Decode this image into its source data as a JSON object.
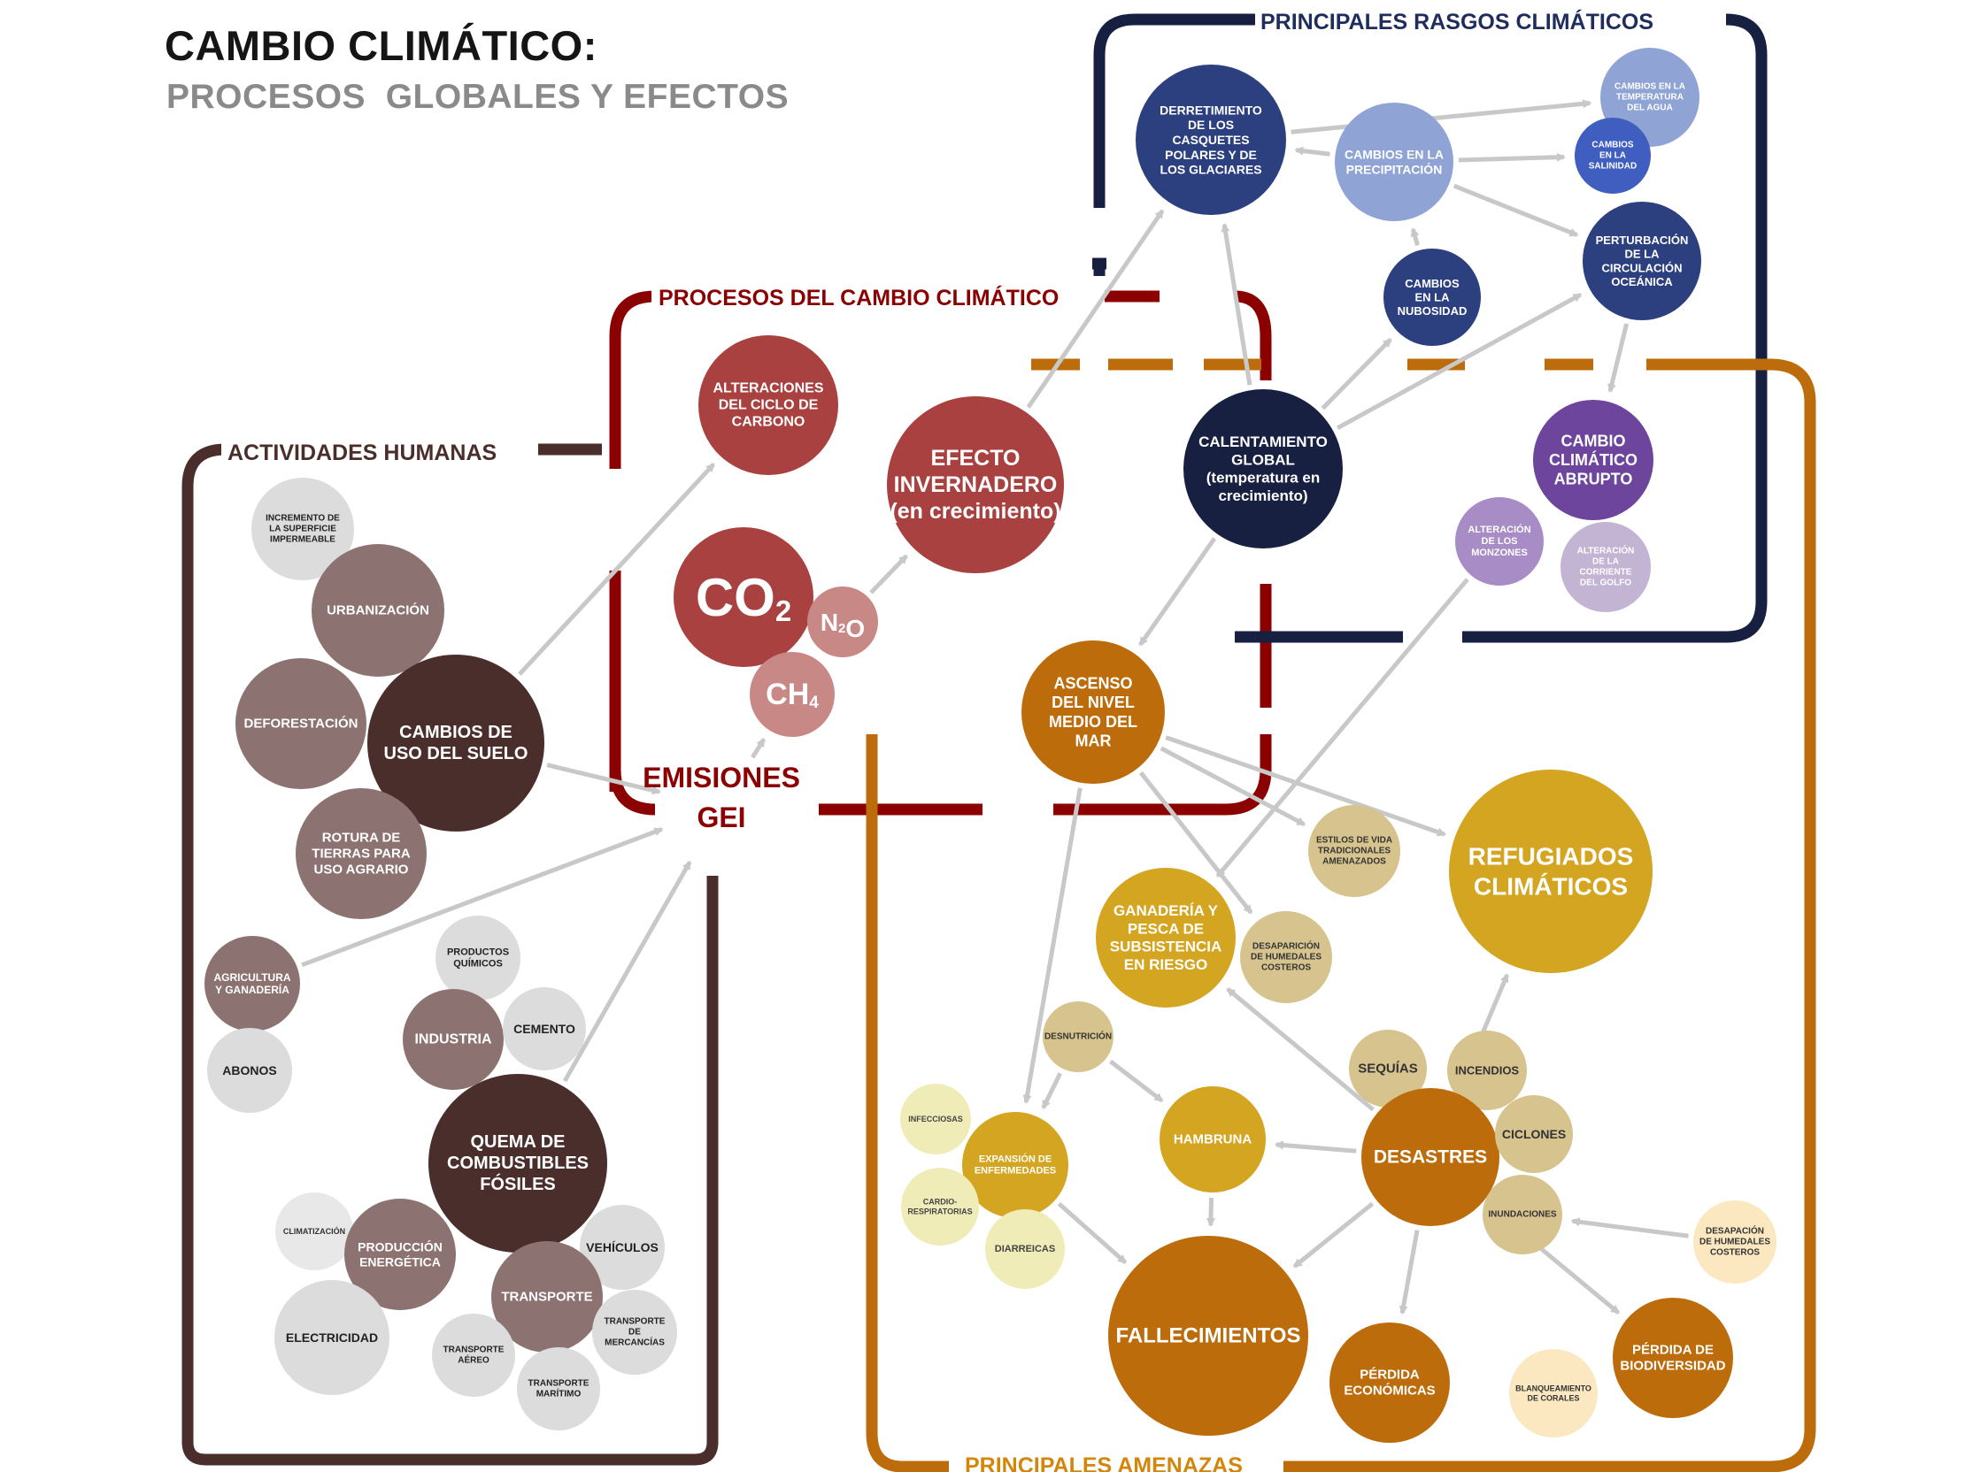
{
  "title": "CAMBIO CLIMÁTICO:",
  "subtitle": "PROCESOS  GLOBALES Y EFECTOS",
  "sections": {
    "actividades": "ACTIVIDADES HUMANAS",
    "procesos": "PROCESOS DEL CAMBIO CLIMÁTICO",
    "rasgos": "PRINCIPALES RASGOS CLIMÁTICOS",
    "amenazas": "PRINCIPALES AMENAZAS"
  },
  "colors": {
    "actividades": "#4a2e2c",
    "procesos": "#8b0000",
    "rasgos": "#172040",
    "amenazas": "#bc6c0b",
    "arrow": "#c8c8c8"
  },
  "nodes": [
    {
      "id": "incremento",
      "lines": [
        "INCREMENTO DE",
        "LA SUPERFICIE",
        "IMPERMEABLE"
      ]
    },
    {
      "id": "urbanizacion",
      "lines": [
        "URBANIZACIÓN"
      ]
    },
    {
      "id": "deforestacion",
      "lines": [
        "DEFORESTACIÓN"
      ]
    },
    {
      "id": "cambios-suelo",
      "lines": [
        "CAMBIOS DE",
        "USO DEL SUELO"
      ]
    },
    {
      "id": "rotura",
      "lines": [
        "ROTURA DE",
        "TIERRAS PARA",
        "USO AGRARIO"
      ]
    },
    {
      "id": "agricultura",
      "lines": [
        "AGRICULTURA",
        "Y GANADERÍA"
      ]
    },
    {
      "id": "abonos",
      "lines": [
        "ABONOS"
      ]
    },
    {
      "id": "productos-quimicos",
      "lines": [
        "PRODUCTOS",
        "QUÍMICOS"
      ]
    },
    {
      "id": "industria",
      "lines": [
        "INDUSTRIA"
      ]
    },
    {
      "id": "cemento",
      "lines": [
        "CEMENTO"
      ]
    },
    {
      "id": "quema",
      "lines": [
        "QUEMA DE",
        "COMBUSTIBLES",
        "FÓSILES"
      ]
    },
    {
      "id": "climatizacion",
      "lines": [
        "CLIMATIZACIÓN"
      ]
    },
    {
      "id": "produccion",
      "lines": [
        "PRODUCCIÓN",
        "ENERGÉTICA"
      ]
    },
    {
      "id": "vehiculos",
      "lines": [
        "VEHÍCULOS"
      ]
    },
    {
      "id": "transporte",
      "lines": [
        "TRANSPORTE"
      ]
    },
    {
      "id": "electricidad",
      "lines": [
        "ELECTRICIDAD"
      ]
    },
    {
      "id": "transporte-aereo",
      "lines": [
        "TRANSPORTE",
        "AÉREO"
      ]
    },
    {
      "id": "transporte-mercancias",
      "lines": [
        "TRANSPORTE",
        "DE",
        "MERCANCÍAS"
      ]
    },
    {
      "id": "transporte-maritimo",
      "lines": [
        "TRANSPORTE",
        "MARÍTIMO"
      ]
    },
    {
      "id": "alteraciones",
      "lines": [
        "ALTERACIONES",
        "DEL CICLO DE",
        "CARBONO"
      ]
    },
    {
      "id": "efecto",
      "lines": [
        "EFECTO",
        "INVERNADERO",
        "(en crecimiento)"
      ]
    },
    {
      "id": "co2",
      "lines": [
        "CO2"
      ]
    },
    {
      "id": "n2o",
      "lines": [
        "N2O"
      ]
    },
    {
      "id": "ch4",
      "lines": [
        "CH4"
      ]
    },
    {
      "id": "calentamiento",
      "lines": [
        "CALENTAMIENTO",
        "GLOBAL",
        "(temperatura en",
        "crecimiento)"
      ]
    },
    {
      "id": "derretimiento",
      "lines": [
        "DERRETIMIENTO",
        "DE LOS",
        "CASQUETES",
        "POLARES Y DE",
        "LOS GLACIARES"
      ]
    },
    {
      "id": "precipitacion",
      "lines": [
        "CAMBIOS EN LA",
        "PRECIPITACIÓN"
      ]
    },
    {
      "id": "temperatura-agua",
      "lines": [
        "CAMBIOS EN LA",
        "TEMPERATURA",
        "DEL AGUA"
      ]
    },
    {
      "id": "salinidad",
      "lines": [
        "CAMBIOS",
        "EN LA",
        "SALINIDAD"
      ]
    },
    {
      "id": "perturbacion",
      "lines": [
        "PERTURBACIÓN",
        "DE LA",
        "CIRCULACIÓN",
        "OCEÁNICA"
      ]
    },
    {
      "id": "nubosidad",
      "lines": [
        "CAMBIOS",
        "EN LA",
        "NUBOSIDAD"
      ]
    },
    {
      "id": "abrupto",
      "lines": [
        "CAMBIO",
        "CLIMÁTICO",
        "ABRUPTO"
      ]
    },
    {
      "id": "monzones",
      "lines": [
        "ALTERACIÓN",
        "DE LOS",
        "MONZONES"
      ]
    },
    {
      "id": "corriente-golfo",
      "lines": [
        "ALTERACIÓN",
        "DE LA",
        "CORRIENTE",
        "DEL GOLFO"
      ]
    },
    {
      "id": "ascenso",
      "lines": [
        "ASCENSO",
        "DEL NIVEL",
        "MEDIO DEL",
        "MAR"
      ]
    },
    {
      "id": "estilos",
      "lines": [
        "ESTILOS DE VIDA",
        "TRADICIONALES",
        "AMENAZADOS"
      ]
    },
    {
      "id": "refugiados",
      "lines": [
        "REFUGIADOS",
        "CLIMÁTICOS"
      ]
    },
    {
      "id": "ganaderia",
      "lines": [
        "GANADERÍA Y",
        "PESCA DE",
        "SUBSISTENCIA",
        "EN RIESGO"
      ]
    },
    {
      "id": "desaparicion1",
      "lines": [
        "DESAPARICIÓN",
        "DE HUMEDALES",
        "COSTEROS"
      ]
    },
    {
      "id": "desnutricion",
      "lines": [
        "DESNUTRICIÓN"
      ]
    },
    {
      "id": "infecciosas",
      "lines": [
        "INFECCIOSAS"
      ]
    },
    {
      "id": "expansion",
      "lines": [
        "EXPANSIÓN DE",
        "ENFERMEDADES"
      ]
    },
    {
      "id": "hambruna",
      "lines": [
        "HAMBRUNA"
      ]
    },
    {
      "id": "sequias",
      "lines": [
        "SEQUÍAS"
      ]
    },
    {
      "id": "incendios",
      "lines": [
        "INCENDIOS"
      ]
    },
    {
      "id": "desastres",
      "lines": [
        "DESASTRES"
      ]
    },
    {
      "id": "ciclones",
      "lines": [
        "CICLONES"
      ]
    },
    {
      "id": "inundaciones",
      "lines": [
        "INUNDACIONES"
      ]
    },
    {
      "id": "desaparicion2",
      "lines": [
        "DESAPACIÓN",
        "DE HUMEDALES",
        "COSTEROS"
      ]
    },
    {
      "id": "cardio",
      "lines": [
        "CARDIO-",
        "RESPIRATORIAS"
      ]
    },
    {
      "id": "diarreicas",
      "lines": [
        "DIARREICAS"
      ]
    },
    {
      "id": "fallecimientos",
      "lines": [
        "FALLECIMIENTOS"
      ]
    },
    {
      "id": "perdida-economicas",
      "lines": [
        "PÉRDIDA",
        "ECONÓMICAS"
      ]
    },
    {
      "id": "blanqueamiento",
      "lines": [
        "BLANQUEAMIENTO",
        "DE CORALES"
      ]
    },
    {
      "id": "biodiversidad",
      "lines": [
        "PÉRDIDA DE",
        "BIODIVERSIDAD"
      ]
    }
  ],
  "emisiones": {
    "lines": [
      "EMISIONES",
      "GEI"
    ]
  },
  "edges": [
    [
      "cambios-suelo",
      "alteraciones"
    ],
    [
      "cambios-suelo",
      "emisiones"
    ],
    [
      "agricultura",
      "emisiones"
    ],
    [
      "quema",
      "emisiones"
    ],
    [
      "emisiones",
      "ch4"
    ],
    [
      "n2o",
      "efecto"
    ],
    [
      "efecto",
      "derretimiento"
    ],
    [
      "calentamiento",
      "derretimiento"
    ],
    [
      "calentamiento",
      "nubosidad"
    ],
    [
      "calentamiento",
      "perturbacion"
    ],
    [
      "calentamiento",
      "ascenso"
    ],
    [
      "derretimiento",
      "temperatura-agua"
    ],
    [
      "precipitacion",
      "derretimiento"
    ],
    [
      "precipitacion",
      "salinidad"
    ],
    [
      "nubosidad",
      "precipitacion"
    ],
    [
      "precipitacion",
      "perturbacion"
    ],
    [
      "perturbacion",
      "abrupto"
    ],
    [
      "monzones",
      "ganaderia"
    ],
    [
      "ascenso",
      "refugiados"
    ],
    [
      "ascenso",
      "estilos"
    ],
    [
      "ascenso",
      "desaparicion1"
    ],
    [
      "ascenso",
      "expansion"
    ],
    [
      "desastres",
      "ganaderia"
    ],
    [
      "desastres",
      "hambruna"
    ],
    [
      "desastres",
      "refugiados"
    ],
    [
      "desastres",
      "fallecimientos"
    ],
    [
      "desastres",
      "perdida-economicas"
    ],
    [
      "desastres",
      "biodiversidad"
    ],
    [
      "desaparicion2",
      "inundaciones"
    ],
    [
      "desnutricion",
      "expansion"
    ],
    [
      "desnutricion",
      "hambruna"
    ],
    [
      "hambruna",
      "fallecimientos"
    ],
    [
      "expansion",
      "fallecimientos"
    ]
  ]
}
